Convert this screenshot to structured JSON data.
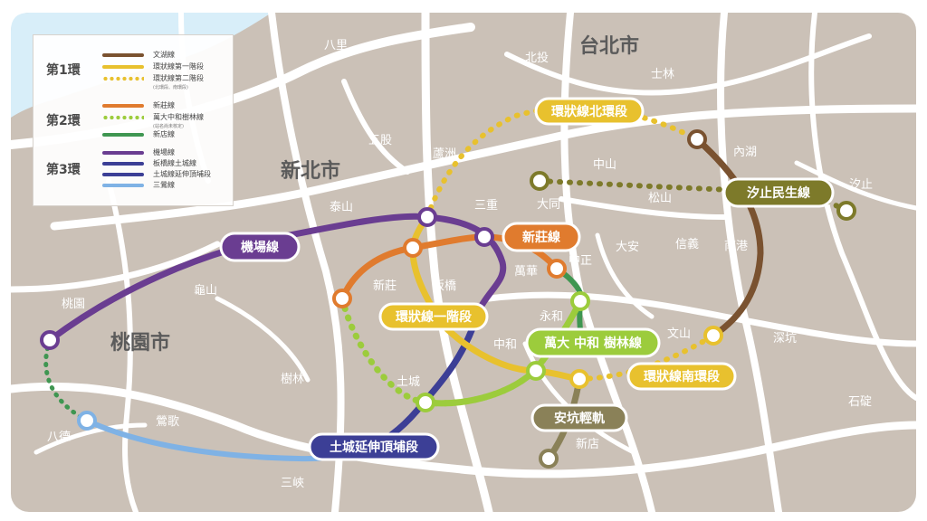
{
  "legend": {
    "groups": [
      {
        "ring": "第1環",
        "items": [
          {
            "label": "文湖線",
            "color": "#7a5230",
            "style": "solid"
          },
          {
            "label": "環狀線第一階段",
            "color": "#e8c12e",
            "style": "solid"
          },
          {
            "label": "環狀線第二階段",
            "note": "(北環段、南環段)",
            "color": "#e8c12e",
            "style": "dotted"
          }
        ]
      },
      {
        "ring": "第2環",
        "items": [
          {
            "label": "新莊線",
            "color": "#e07b2e",
            "style": "solid"
          },
          {
            "label": "萬大中和樹林線",
            "note": "(站名尚未核定)",
            "color": "#9ccc3c",
            "style": "dotted"
          },
          {
            "label": "新店線",
            "color": "#3f9651",
            "style": "solid"
          }
        ]
      },
      {
        "ring": "第3環",
        "items": [
          {
            "label": "機場線",
            "color": "#6a3d91",
            "style": "solid"
          },
          {
            "label": "板橋線土城線",
            "color": "#3c3f96",
            "style": "solid"
          },
          {
            "label": "土城線延伸頂埔段",
            "color": "#3c3f96",
            "style": "solid"
          },
          {
            "label": "三鶯線",
            "color": "#7fb2e5",
            "style": "solid"
          }
        ]
      }
    ]
  },
  "cities": [
    "台北市",
    "新北市",
    "桃園市"
  ],
  "districts": [
    "八里",
    "北投",
    "士林",
    "五股",
    "蘆洲",
    "內湖",
    "中山",
    "汐止",
    "泰山",
    "三重",
    "大同",
    "松山",
    "新莊",
    "萬華",
    "中正",
    "大安",
    "信義",
    "南港",
    "龜山",
    "桃園",
    "板橋",
    "永和",
    "中和",
    "文山",
    "深坑",
    "樹林",
    "土城",
    "鶯歌",
    "八德",
    "新店",
    "石碇",
    "三峽"
  ],
  "line_labels": [
    {
      "text": "環狀線北環段",
      "color": "#e8c12e",
      "text_color": "#ffffff"
    },
    {
      "text": "汐止民生線",
      "color": "#7d7a2a",
      "text_color": "#ffffff"
    },
    {
      "text": "機場線",
      "color": "#6a3d91",
      "text_color": "#ffffff"
    },
    {
      "text": "新莊線",
      "color": "#e07b2e",
      "text_color": "#ffffff"
    },
    {
      "text": "環狀線一階段",
      "color": "#e8c12e",
      "text_color": "#ffffff"
    },
    {
      "text": "萬大 中和 樹林線",
      "color": "#9ccc3c",
      "text_color": "#ffffff"
    },
    {
      "text": "環狀線南環段",
      "color": "#e8c12e",
      "text_color": "#ffffff"
    },
    {
      "text": "安坑輕軌",
      "color": "#8a8158",
      "text_color": "#ffffff"
    },
    {
      "text": "土城延伸頂埔段",
      "color": "#3c3f96",
      "text_color": "#ffffff"
    }
  ],
  "colors": {
    "water": "#d8eef9",
    "land": "#cbc1b7",
    "road": "#ffffff"
  }
}
